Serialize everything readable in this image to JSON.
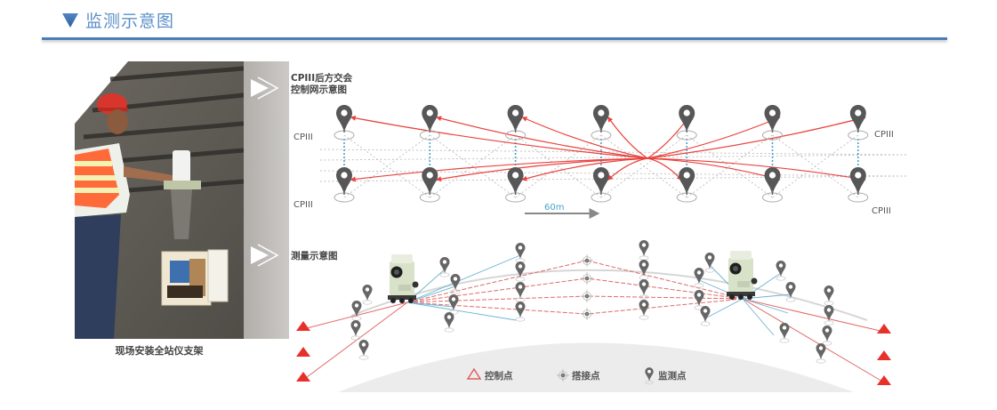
{
  "header": {
    "title": "监测示意图",
    "accent_color": "#4a7db8",
    "icon": "triangle-down-icon"
  },
  "photo": {
    "caption": "现场安装全站仪支架",
    "description": "worker installing total station bracket in tunnel"
  },
  "top_diagram": {
    "title_line1": "CPIII后方交会",
    "title_line2": "控制网示意图",
    "cp_label": "CPIII",
    "scale_label": "60m",
    "columns": 7,
    "marker_color": "#555555",
    "arrow_color": "#e8433f",
    "link_color": "#4aa3c8"
  },
  "bottom_diagram": {
    "title": "测量示意图",
    "control_color": "#e8302a",
    "line_color": "#e06a6a",
    "sight_color": "#6db3d3"
  },
  "legend": {
    "items": [
      {
        "label": "控制点",
        "icon": "control-point-triangle-icon"
      },
      {
        "label": "搭接点",
        "icon": "overlap-point-icon"
      },
      {
        "label": "监测点",
        "icon": "monitoring-point-pin-icon"
      }
    ]
  }
}
